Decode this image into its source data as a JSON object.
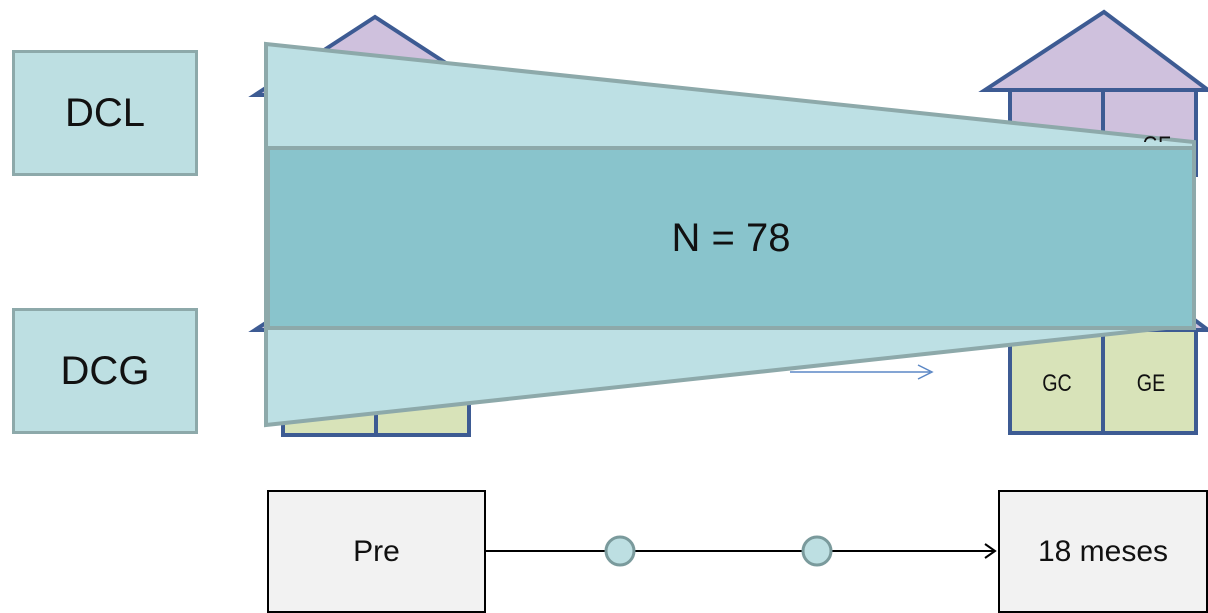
{
  "groups": {
    "top": "DCL",
    "bottom": "DCG"
  },
  "houses": {
    "top_right_partial_label": "GE",
    "bottom_right": {
      "left": "GC",
      "right": "GE"
    }
  },
  "funnel": {
    "label": "N = 78"
  },
  "timeline": {
    "start": "Pre",
    "end": "18 meses",
    "intermediate_points": 2
  },
  "colors": {
    "box_fill": "#bddfe2",
    "funnel_light": "#bde0e4",
    "funnel_dark": "#89c4cc",
    "house_roof": "#cfc1dd",
    "house_body": "#d8e3b9",
    "house_stroke": "#3d5b93"
  }
}
